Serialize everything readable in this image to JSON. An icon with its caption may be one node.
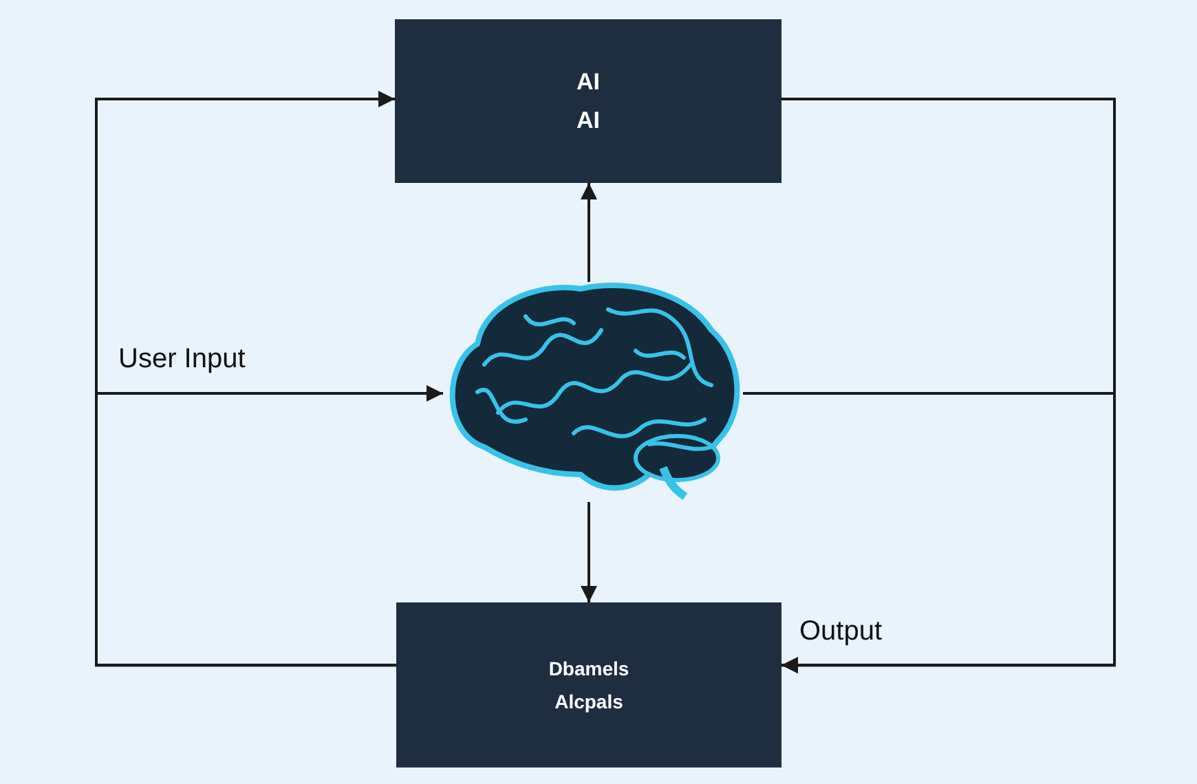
{
  "diagram": {
    "nodes": [
      {
        "text": [
          "AI",
          "AI"
        ]
      },
      {
        "text": [],
        "shape": "picture"
      },
      {
        "text": [
          "Dbamels",
          "Alcpals"
        ]
      }
    ],
    "edges": [
      {
        "from": 2,
        "to": 0,
        "arrow": "to"
      },
      {
        "from": 2,
        "to": 1,
        "arrow": "to",
        "label": "User Input"
      },
      {
        "from": 1,
        "to": 0,
        "arrow": "to"
      },
      {
        "from": 1,
        "to": 2,
        "arrow": "to"
      },
      {
        "from": 0,
        "to": 2,
        "arrow": "to",
        "label": "Output"
      },
      {
        "from": 1,
        "to": 2,
        "arrow": "to"
      }
    ]
  }
}
